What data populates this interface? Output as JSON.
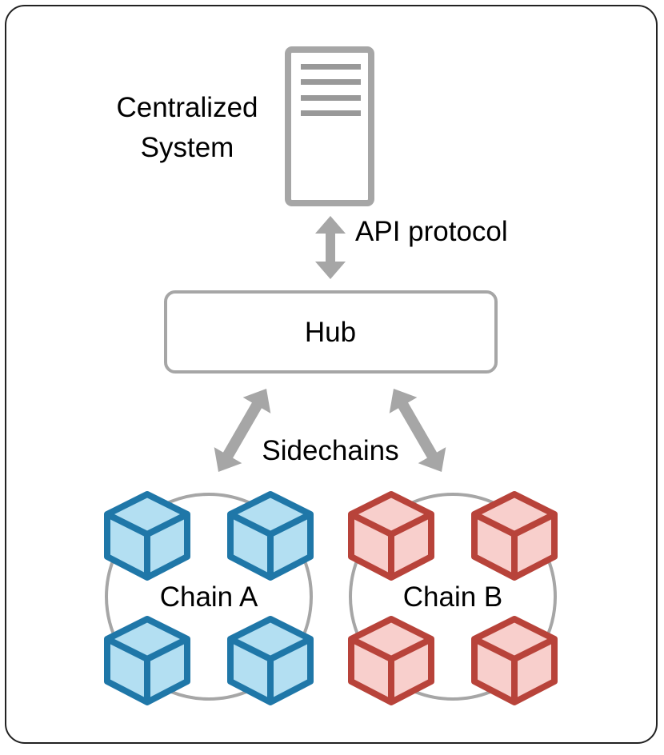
{
  "labels": {
    "centralized_line1": "Centralized",
    "centralized_line2": "System",
    "api": "API protocol",
    "hub": "Hub",
    "sidechains": "Sidechains",
    "chain_a": "Chain A",
    "chain_b": "Chain B"
  },
  "colors": {
    "frame": "#222222",
    "gray": "#a6a6a6",
    "server_line": "#999999",
    "chain_a_fill": "#b3dff2",
    "chain_a_stroke": "#1f77a8",
    "chain_b_fill": "#f8cfcc",
    "chain_b_stroke": "#b8433a"
  },
  "icons": {
    "server": "server-icon",
    "block": "cube-icon"
  }
}
